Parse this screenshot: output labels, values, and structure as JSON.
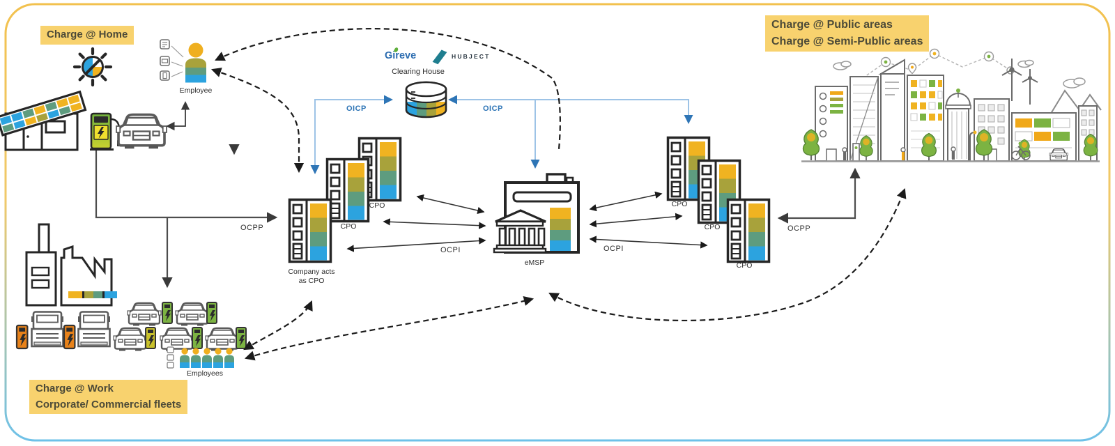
{
  "zones": {
    "home": {
      "label": "Charge @ Home"
    },
    "work": {
      "line1": "Charge @ Work",
      "line2": "Corporate/ Commercial fleets"
    },
    "public": {
      "line1": "Charge @ Public areas",
      "line2": "Charge @ Semi-Public areas"
    }
  },
  "clearing_house": {
    "label": "Clearing House",
    "operators": [
      {
        "name": "Gireve"
      },
      {
        "name": "HUBJECT"
      }
    ]
  },
  "actors": {
    "employee": "Employee",
    "employees": "Employees",
    "company_cpo_line1": "Company acts",
    "company_cpo_line2": "as CPO",
    "cpo_left_top": "CPO",
    "cpo_left_mid": "CPO",
    "cpo_right_1": "CPO",
    "cpo_right_2": "CPO",
    "cpo_right_3": "CPO",
    "emsp": "eMSP"
  },
  "protocols": {
    "ocpp_home": "OCPP",
    "ocpp_public": "OCPP",
    "oicp_left": "OICP",
    "oicp_right": "OICP",
    "ocpi_left": "OCPI",
    "ocpi_right": "OCPI"
  },
  "icons": {
    "employee_tools": [
      "cart-icon",
      "card-icon",
      "phone-icon"
    ]
  },
  "colors": {
    "highlight_bg": "#F8D26E",
    "bar_yellow": "#F0B321",
    "bar_olive": "#A8A23B",
    "bar_green": "#5E9C7F",
    "bar_blue": "#2CA3DF",
    "protocol_blue": "#2E75B6",
    "oicp_line_blue": "#9DC3E6",
    "gireve_blue": "#2B6CB0",
    "gireve_green": "#5FAF3C",
    "hubject_teal": "#1F7E8F",
    "charger_orange": "#E8821A",
    "charger_green": "#7CB342",
    "person_head_orange": "#EFAF1F",
    "city_accent_orange": "#F0A818",
    "border_top": "#F2C14E",
    "border_bottom": "#6EC1E8"
  }
}
